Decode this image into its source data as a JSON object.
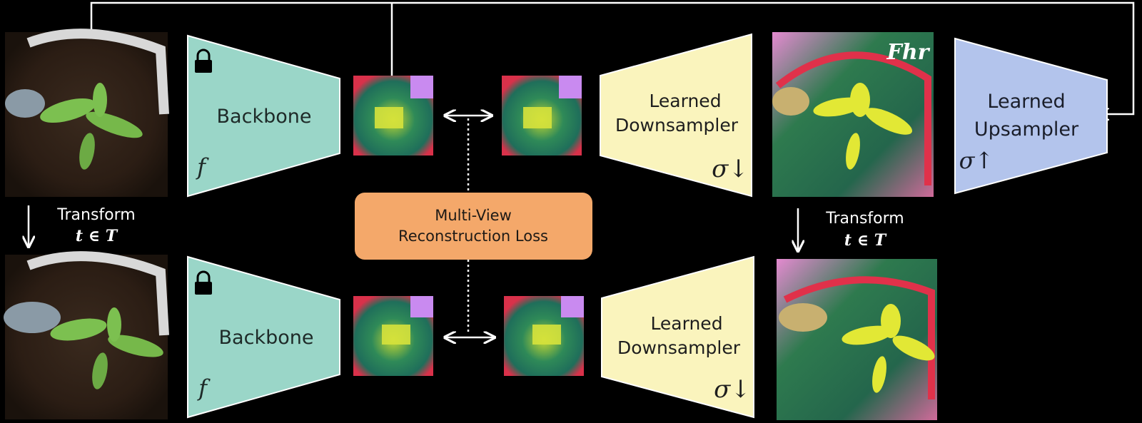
{
  "colors": {
    "background": "#000000",
    "backbone": "#9ad6c8",
    "downsampler": "#faf4bd",
    "upsampler": "#b3c4ec",
    "loss_box": "#f4a86a",
    "arrow": "#ffffff"
  },
  "icons": {
    "lock": "lock-icon"
  },
  "top_row": {
    "backbone": {
      "label": "Backbone",
      "symbol": "f"
    },
    "downsampler": {
      "label_line1": "Learned",
      "label_line2": "Downsampler",
      "symbol": "σ↓"
    },
    "hr_feature_label": "Fhr",
    "upsampler": {
      "label_line1": "Learned",
      "label_line2": "Upsampler",
      "symbol": "σ↑"
    }
  },
  "bottom_row": {
    "backbone": {
      "label": "Backbone",
      "symbol": "f"
    },
    "downsampler": {
      "label_line1": "Learned",
      "label_line2": "Downsampler",
      "symbol": "σ↓"
    }
  },
  "transform_left": {
    "line1": "Transform",
    "line2": "t ∈ T"
  },
  "transform_right": {
    "line1": "Transform",
    "line2": "t ∈ T"
  },
  "loss": {
    "line1": "Multi-View",
    "line2": "Reconstruction Loss"
  }
}
